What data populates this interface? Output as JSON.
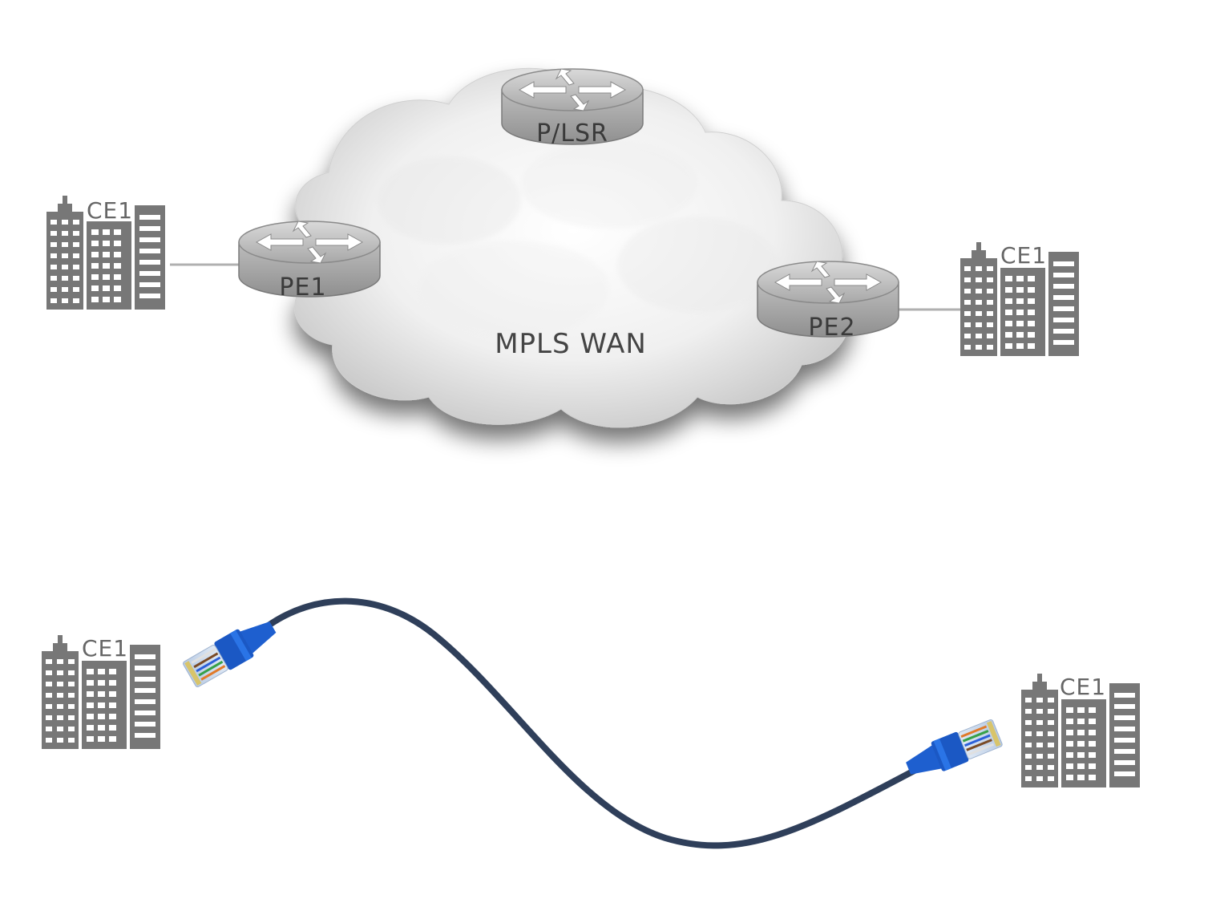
{
  "mpls_diagram": {
    "cloud_label": "MPLS WAN",
    "routers": {
      "p_lsr": "P/LSR",
      "pe1": "PE1",
      "pe2": "PE2"
    },
    "sites": {
      "left": "CE1",
      "right": "CE1"
    }
  },
  "cable_diagram": {
    "sites": {
      "left": "CE1",
      "right": "CE1"
    }
  },
  "colors": {
    "cable": "#2f3f5a",
    "connector": "#1e5fcf",
    "building": "#777777",
    "router": "#b3b3b3"
  }
}
